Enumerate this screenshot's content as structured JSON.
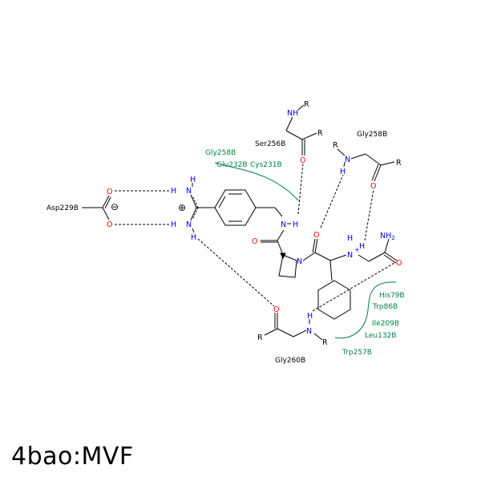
{
  "caption": "4bao:MVF",
  "colors": {
    "bond": "#000000",
    "oxygen": "#ff0000",
    "nitrogen": "#0000ff",
    "hydrophobic": "#008040",
    "hbond": "#000000"
  },
  "residues": {
    "asp229": "Asp229B",
    "ser256": "Ser256B",
    "gly258_top": "Gly258B",
    "gly258_left": "Gly258B",
    "glu232": "Glu232B",
    "cys231": "Cys231B",
    "gly260": "Gly260B",
    "his79": "His79B",
    "trp86": "Trp86B",
    "ile209": "Ile209B",
    "leu132": "Leu132B",
    "trp257": "Trp257B"
  },
  "atoms": {
    "O": "O",
    "N": "N",
    "H": "H",
    "R": "R",
    "NH": "NH",
    "NH2": "NH",
    "NH2_sub": "2",
    "charge_minus": "⊖",
    "charge_plus": "⊕",
    "plus": "+"
  }
}
